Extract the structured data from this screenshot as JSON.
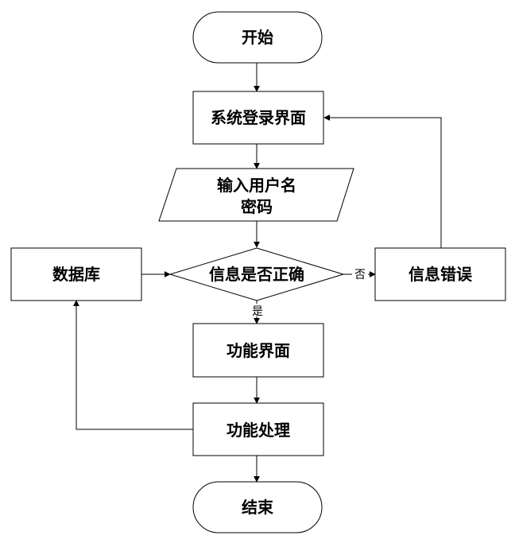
{
  "nodes": {
    "start": "开始",
    "login": "系统登录界面",
    "input_line1": "输入用户名",
    "input_line2": "密码",
    "database": "数据库",
    "decision": "信息是否正确",
    "error": "信息错误",
    "function_ui": "功能界面",
    "function_process": "功能处理",
    "end": "结束"
  },
  "edges": {
    "yes_label": "是",
    "no_label": "否"
  }
}
